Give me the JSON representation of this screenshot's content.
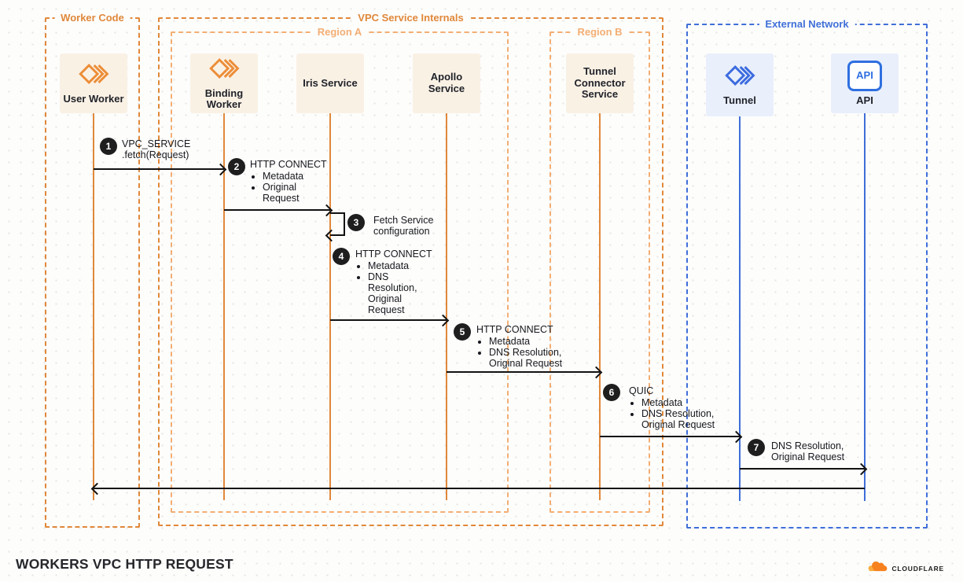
{
  "title": "WORKERS VPC HTTP REQUEST",
  "brand": {
    "name": "CLOUDFLARE"
  },
  "groups": {
    "worker_code": "Worker Code",
    "vpc": "VPC Service Internals",
    "region_a": "Region A",
    "region_b": "Region B",
    "external": "External Network"
  },
  "actors": {
    "user_worker": "User Worker",
    "binding_worker": "Binding Worker",
    "iris": "Iris Service",
    "apollo": "Apollo Service",
    "tunnel_connector": "Tunnel Connector Service",
    "tunnel": "Tunnel",
    "api": "API",
    "api_icon_text": "API"
  },
  "messages": {
    "m1": {
      "num": "1",
      "line1": "VPC_SERVICE",
      "line2": ".fetch(Request)"
    },
    "m2": {
      "num": "2",
      "title": "HTTP CONNECT",
      "b1": "Metadata",
      "b2": "Original Request"
    },
    "m3": {
      "num": "3",
      "line1": "Fetch Service",
      "line2": "configuration"
    },
    "m4": {
      "num": "4",
      "title": "HTTP CONNECT",
      "b1": "Metadata",
      "b2": "DNS Resolution, Original Request"
    },
    "m5": {
      "num": "5",
      "title": "HTTP CONNECT",
      "b1": "Metadata",
      "b2": "DNS Resolution, Original Request"
    },
    "m6": {
      "num": "6",
      "title": "QUIC",
      "b1": "Metadata",
      "b2": "DNS Resolution, Original Request"
    },
    "m7": {
      "num": "7",
      "line1": "DNS Resolution,",
      "line2": "Original Request"
    }
  },
  "colors": {
    "orange": "#E0883A",
    "orange_light": "#F3AE74",
    "cream_box": "#FAF1E5",
    "blue": "#3F6FD8",
    "blue_box": "#E9EFFB",
    "badge": "#1E1E1E",
    "arrow": "#121212",
    "cloudflare_orange": "#F6821F",
    "cloudflare_orange_light": "#FBAD41"
  }
}
